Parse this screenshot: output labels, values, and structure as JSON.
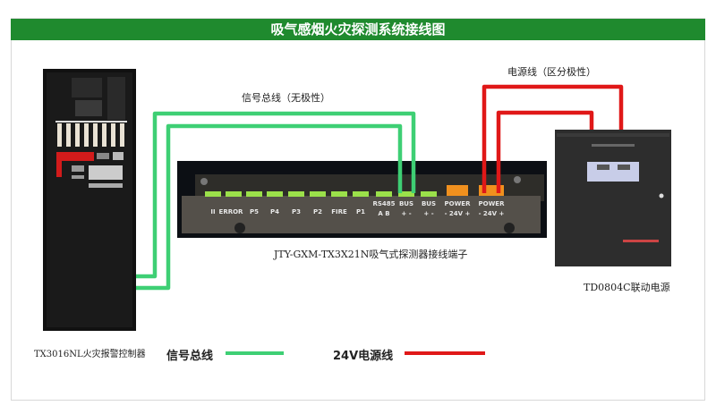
{
  "title": "吸气感烟火灾探测系统接线图",
  "labels": {
    "signal_bus": "信号总线（无极性）",
    "power_line": "电源线（区分极性）",
    "controller": "TX3016NL火灾报警控制器",
    "detector_terminal": "JTY-GXM-TX3X21N吸气式探测器接线端子",
    "power_supply": "TD0804C联动电源"
  },
  "terminals": [
    "II",
    "ERROR",
    "P5",
    "P4",
    "P3",
    "P2",
    "FIRE",
    "P1",
    "RS485",
    "BUS",
    "BUS",
    "POWER",
    "POWER"
  ],
  "terminal_subs": [
    "A  B",
    "+  -",
    "+  -",
    "- 24V +",
    "- 24V +"
  ],
  "legend": [
    {
      "label": "信号总线",
      "color": "#3ecf74"
    },
    {
      "label": "24V电源线",
      "color": "#e01818"
    }
  ],
  "colors": {
    "header": "#1f8a2e",
    "signal": "#3ecf74",
    "power": "#e01818"
  }
}
